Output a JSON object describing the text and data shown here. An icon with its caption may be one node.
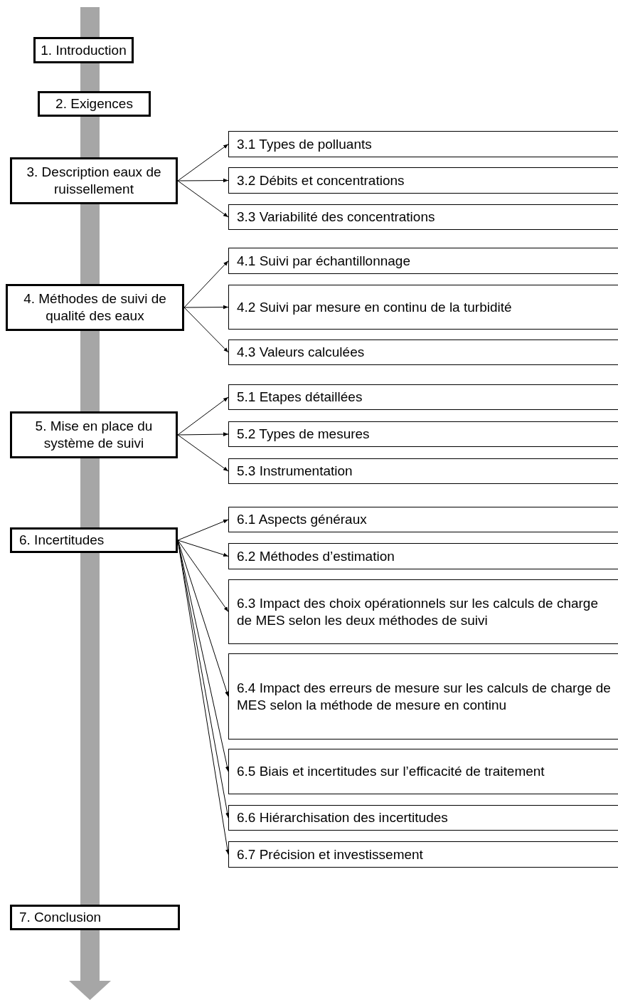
{
  "diagram": {
    "nodes": [
      {
        "text": [
          "1. Introduction"
        ]
      },
      {
        "text": [
          "2. Exigences"
        ]
      },
      {
        "text": [
          "3. Description eaux de ruissellement"
        ]
      },
      {
        "text": [
          "3.1 Types de polluants"
        ]
      },
      {
        "text": [
          "3.2 Débits et concentrations"
        ]
      },
      {
        "text": [
          "3.3 Variabilité des concentrations"
        ]
      },
      {
        "text": [
          "4. Méthodes de suivi de qualité des eaux"
        ]
      },
      {
        "text": [
          "4.1 Suivi par échantillonnage"
        ]
      },
      {
        "text": [
          "4.2 Suivi par mesure en continu de la turbidité"
        ]
      },
      {
        "text": [
          "4.3 Valeurs calculées"
        ]
      },
      {
        "text": [
          "5. Mise en place du système de suivi"
        ]
      },
      {
        "text": [
          "5.1 Etapes détaillées"
        ]
      },
      {
        "text": [
          "5.2 Types de mesures"
        ]
      },
      {
        "text": [
          "5.3 Instrumentation"
        ]
      },
      {
        "text": [
          "6. Incertitudes"
        ]
      },
      {
        "text": [
          "6.1 Aspects généraux"
        ]
      },
      {
        "text": [
          "6.2 Méthodes d’estimation"
        ]
      },
      {
        "text": [
          "6.3 Impact des choix opérationnels sur les calculs de charge de MES selon les deux méthodes de suivi"
        ]
      },
      {
        "text": [
          "6.4 Impact des erreurs de mesure sur les calculs de charge de MES selon la méthode de mesure en continu"
        ]
      },
      {
        "text": [
          "6.5 Biais et incertitudes sur l’efficacité de traitement"
        ]
      },
      {
        "text": [
          "6.6 Hiérarchisation des incertitudes"
        ]
      },
      {
        "text": [
          "6.7 Précision et investissement"
        ]
      },
      {
        "text": [
          "7. Conclusion"
        ]
      }
    ],
    "edges": [
      {
        "from": 2,
        "to": 3,
        "arrow": "to"
      },
      {
        "from": 2,
        "to": 4,
        "arrow": "to"
      },
      {
        "from": 2,
        "to": 5,
        "arrow": "to"
      },
      {
        "from": 6,
        "to": 7,
        "arrow": "to"
      },
      {
        "from": 6,
        "to": 8,
        "arrow": "to"
      },
      {
        "from": 6,
        "to": 9,
        "arrow": "to"
      },
      {
        "from": 10,
        "to": 11,
        "arrow": "to"
      },
      {
        "from": 10,
        "to": 12,
        "arrow": "to"
      },
      {
        "from": 10,
        "to": 13,
        "arrow": "to"
      },
      {
        "from": 14,
        "to": 15,
        "arrow": "to"
      },
      {
        "from": 14,
        "to": 16,
        "arrow": "to"
      },
      {
        "from": 14,
        "to": 17,
        "arrow": "to"
      },
      {
        "from": 14,
        "to": 18,
        "arrow": "to"
      },
      {
        "from": 14,
        "to": 19,
        "arrow": "to"
      },
      {
        "from": 14,
        "to": 20,
        "arrow": "to"
      },
      {
        "from": 14,
        "to": 21,
        "arrow": "to"
      }
    ]
  }
}
